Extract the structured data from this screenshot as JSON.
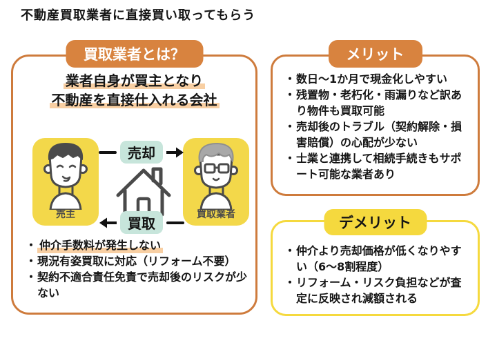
{
  "page": {
    "title": "不動産買取業者に直接買い取ってもらう"
  },
  "ui": {
    "bullet": "・"
  },
  "colors": {
    "accent_orange": "#D8833F",
    "accent_yellow": "#F5D93E",
    "avatar_yellow": "#F3D84A",
    "flow_mint": "#C7E5DB",
    "marker_peach": "#F8CFA3",
    "text": "#151515"
  },
  "what_is_panel": {
    "badge": "買取業者とは？",
    "definition_line1": "業者自身が買主となり",
    "definition_line2": "不動産を直接仕入れる会社",
    "diagram": {
      "seller_label": "売主",
      "buyer_label": "買取業者",
      "sell_label": "売却",
      "buy_label": "買取",
      "icons": [
        "seller-avatar-icon",
        "house-icon",
        "buyer-avatar-icon",
        "arrow-right-icon",
        "arrow-left-icon"
      ]
    },
    "bullets": [
      {
        "text": "仲介手数料が発生しない",
        "highlight": true
      },
      {
        "text": "現況有姿買取に対応（リフォーム不要）",
        "highlight": false
      },
      {
        "text": "契約不適合責任免責で売却後のリスクが少ない",
        "highlight": false
      }
    ]
  },
  "merit_panel": {
    "badge": "メリット",
    "bullets": [
      "数日〜1か月で現金化しやすい",
      "残置物・老朽化・雨漏りなど訳あり物件も買取可能",
      "売却後のトラブル（契約解除・損害賠償）の心配が少ない",
      "士業と連携して相続手続きもサポート可能な業者あり"
    ]
  },
  "demerit_panel": {
    "badge": "デメリット",
    "bullets": [
      "仲介より売却価格が低くなりやすい（6〜8割程度）",
      "リフォーム・リスク負担などが査定に反映され減額される"
    ]
  }
}
